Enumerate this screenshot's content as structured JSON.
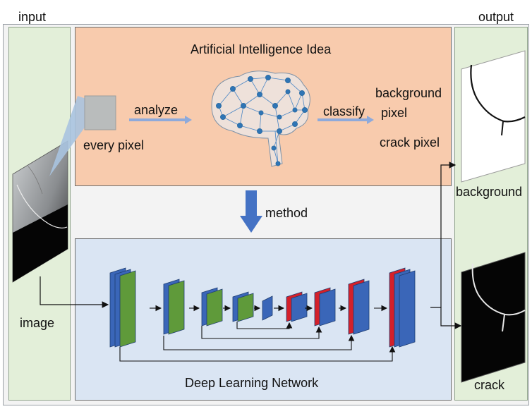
{
  "labels": {
    "input": "input",
    "output": "output",
    "ai_title": "Artificial Intelligence Idea",
    "analyze": "analyze",
    "every_pixel": "every pixel",
    "classify": "classify",
    "background_pixel_line1": "background",
    "background_pixel_line2": "pixel",
    "crack_pixel": "crack pixel",
    "method": "method",
    "image": "image",
    "dl_title": "Deep Learning Network",
    "background": "background",
    "crack": "crack"
  },
  "colors": {
    "ai_panel": "#f8cbad",
    "dl_panel": "#dae5f3",
    "io_panel": "#e3efd9",
    "conv_blue": "#3a66b8",
    "conv_green": "#5f9a3a",
    "conv_red": "#d4202a",
    "arrow_blue": "#4472c4"
  },
  "icons": {
    "brain": "brain-network-icon"
  }
}
